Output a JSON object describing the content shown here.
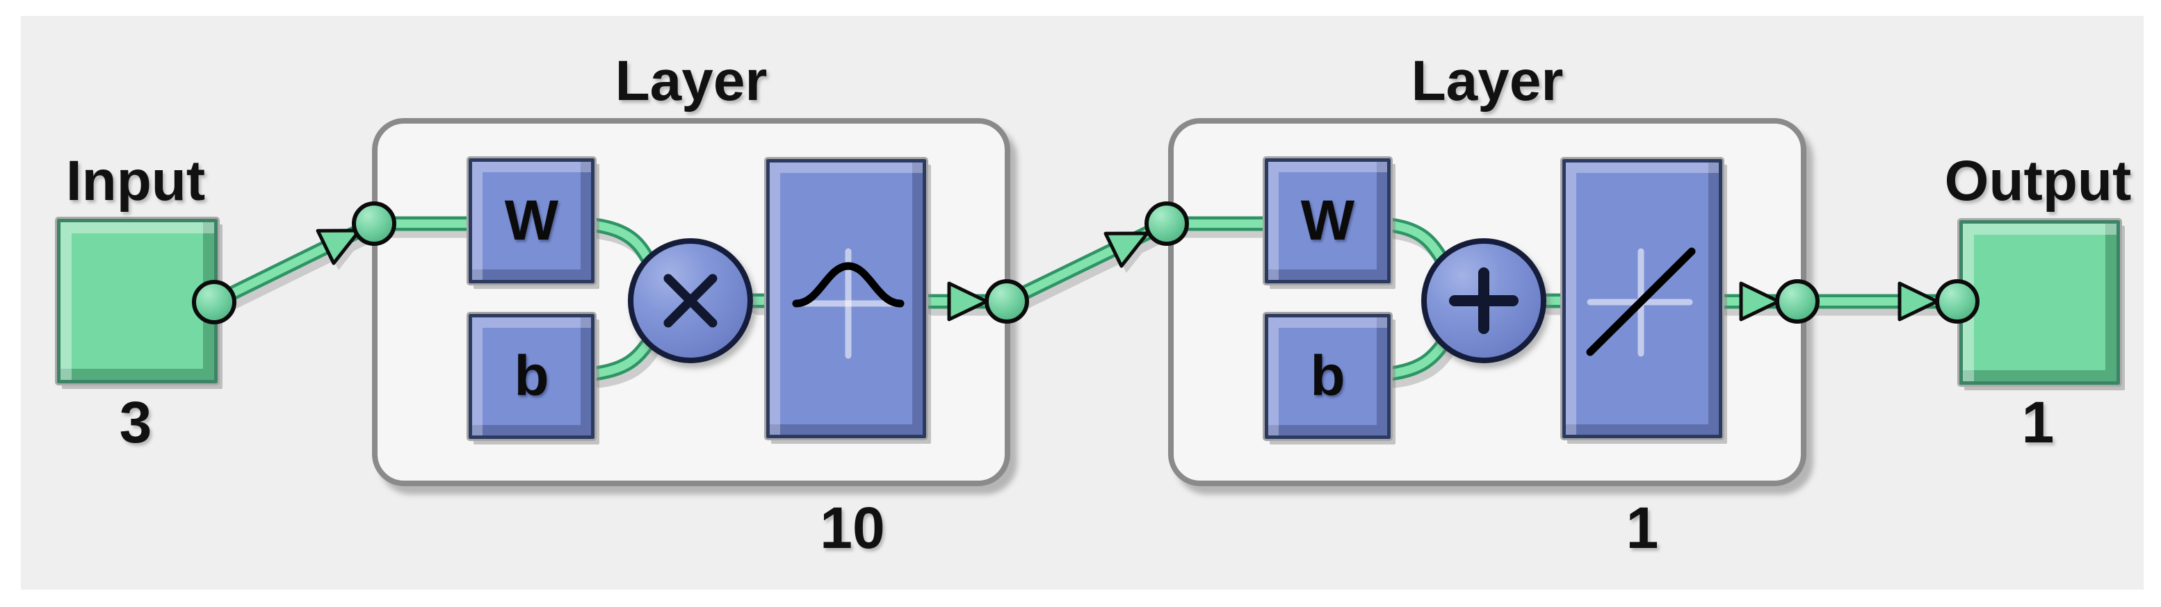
{
  "figure": {
    "input": {
      "label": "Input",
      "size": "3"
    },
    "layers": [
      {
        "title": "Layer",
        "neurons": "10",
        "weight": "W",
        "bias": "b",
        "operation": "multiply",
        "transfer_function": "radbas"
      },
      {
        "title": "Layer",
        "neurons": "1",
        "weight": "W",
        "bias": "b",
        "operation": "sum",
        "transfer_function": "purelin"
      }
    ],
    "output": {
      "label": "Output",
      "size": "1"
    },
    "icons": {
      "layer1_operation": "multiply-icon",
      "layer2_operation": "plus-icon",
      "layer1_transfer": "radbas-curve-icon",
      "layer2_transfer": "purelin-line-icon",
      "junction": "junction-dot-icon",
      "arrow": "arrowhead-icon"
    },
    "colors": {
      "signal_green": "#74d9a2",
      "wire_green_light": "#82e2ac",
      "wire_green_dark": "#2f9465",
      "block_blue": "#7b8fd4",
      "panel_gray": "#efefef",
      "layer_box_fill": "#f6f6f6",
      "layer_box_border": "#8a8a8a",
      "text": "#111111"
    }
  }
}
